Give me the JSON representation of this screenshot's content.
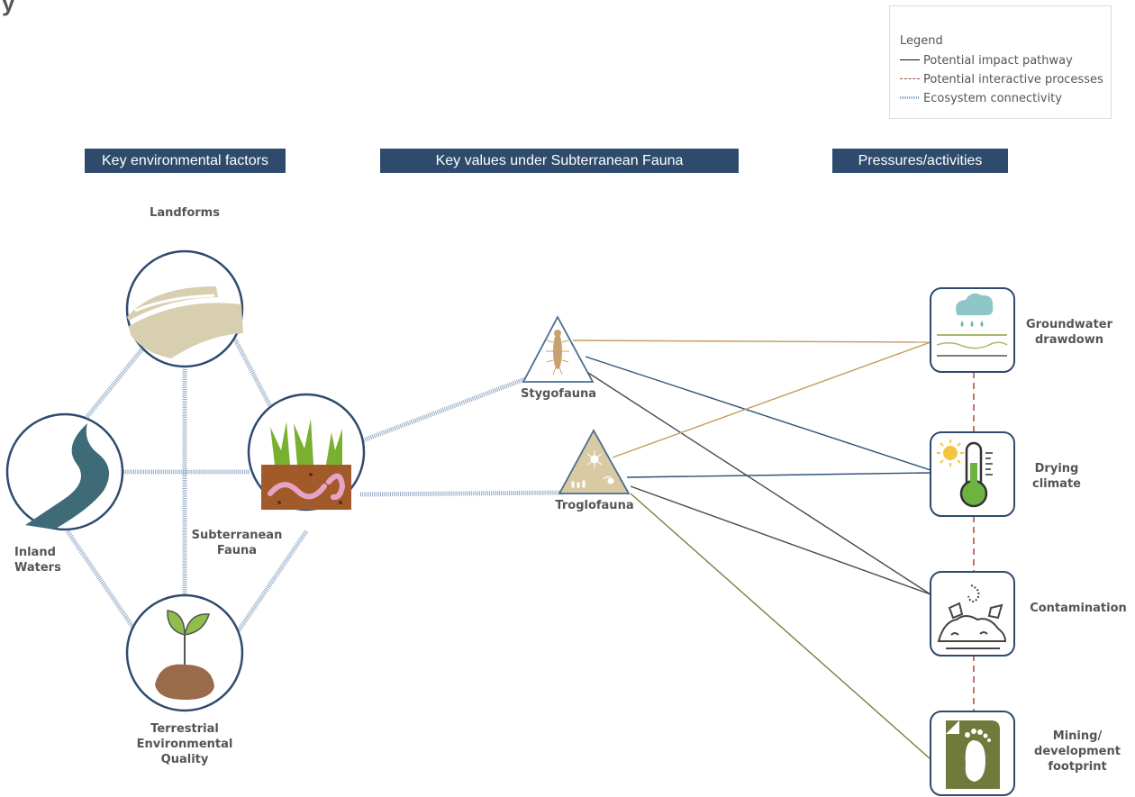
{
  "title_fragment": "y",
  "legend": {
    "title": "Legend",
    "items": [
      {
        "label": "Potential impact pathway",
        "style": "solid",
        "color": "#111111"
      },
      {
        "label": "Potential interactive processes",
        "style": "dashed",
        "color": "#a34a3d"
      },
      {
        "label": "Ecosystem connectivity",
        "style": "hatched",
        "color": "#8fa8c4"
      }
    ]
  },
  "headers": {
    "factors": "Key environmental factors",
    "values": "Key values under Subterranean Fauna",
    "pressures": "Pressures/activities"
  },
  "factors": {
    "landforms": "Landforms",
    "inland_waters": "Inland Waters",
    "subterranean_fauna": "Subterranean Fauna",
    "terrestrial": "Terrestrial Environmental Quality"
  },
  "values": {
    "stygofauna": "Stygofauna",
    "troglofauna": "Troglofauna"
  },
  "pressures": {
    "groundwater": "Groundwater drawdown",
    "drying": "Drying climate",
    "contamination": "Contamination",
    "mining": "Mining/ development footprint"
  },
  "colors": {
    "header_bg": "#2e4b6d",
    "circle_stroke": "#2e4b6d",
    "connectivity": "#8fa8c4",
    "interactive": "#a34a3d",
    "path_tan": "#c59a5e",
    "path_blue": "#2e5179",
    "path_dark": "#4a4a4a",
    "path_olive": "#7a7f45"
  },
  "icons": {
    "landforms": "landform-hills-icon",
    "inland_waters": "river-icon",
    "subterranean_fauna": "soil-worms-grass-icon",
    "terrestrial": "seedling-soil-icon",
    "stygofauna": "stygofauna-triangle-icon",
    "troglofauna": "troglofauna-triangle-icon",
    "groundwater": "rain-groundwater-icon",
    "drying": "thermometer-sun-icon",
    "contamination": "waste-pile-icon",
    "mining": "footprint-icon"
  }
}
